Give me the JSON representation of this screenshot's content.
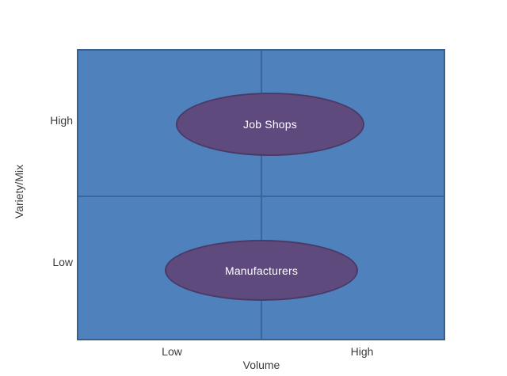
{
  "matrix": {
    "bubbles": [
      {
        "label": "Job Shops",
        "position": "high-variety-mid-volume"
      },
      {
        "label": "Manufacturers",
        "position": "low-variety-mid-volume"
      }
    ]
  },
  "y_axis": {
    "title": "Variety/Mix",
    "high_label": "High",
    "low_label": "Low"
  },
  "x_axis": {
    "title": "Volume",
    "low_label": "Low",
    "high_label": "High"
  },
  "colors": {
    "quadrant_fill": "#4F81BD",
    "quadrant_border": "#36618E",
    "divider": "#3A66A0",
    "ellipse_fill": "#5F4A7D",
    "ellipse_border": "#4A3A66",
    "label_text": "#3B3B3B",
    "ellipse_text": "#FFFFFF",
    "canvas_bg": "#FFFFFF"
  }
}
